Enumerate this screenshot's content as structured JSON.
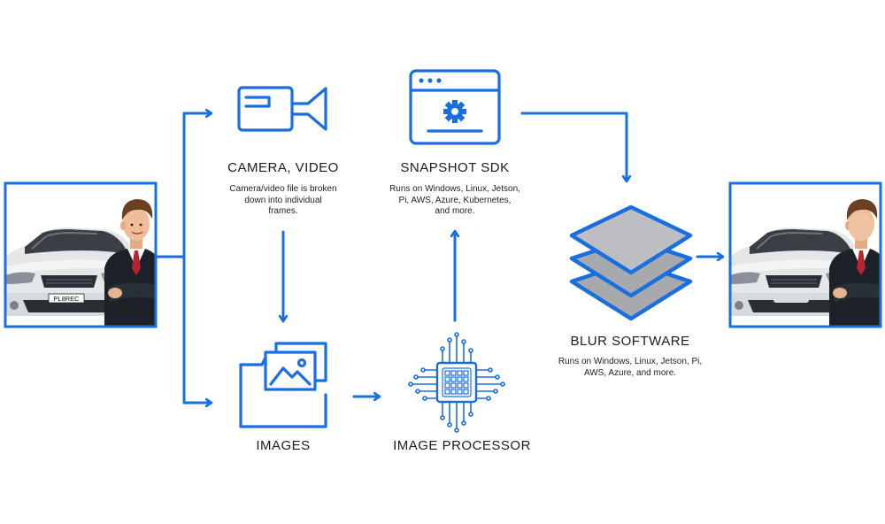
{
  "colors": {
    "accent": "#1a6fe0",
    "layer_fill": "#a8a9ad",
    "car_body": "#e6e8ea",
    "suit": "#1d2228"
  },
  "icons": {
    "camera": "video-camera-icon",
    "browser": "browser-gear-icon",
    "images": "folder-images-icon",
    "processor": "chip-icon",
    "layers": "stacked-layers-icon"
  },
  "nodes": {
    "camera": {
      "title": "CAMERA, VIDEO",
      "desc_lines": [
        "Camera/video file is broken",
        "down into individual",
        "frames."
      ]
    },
    "sdk": {
      "title": "SNAPSHOT SDK",
      "desc_lines": [
        "Runs on Windows, Linux, Jetson,",
        "Pi, AWS, Azure, Kubernetes,",
        "and more."
      ]
    },
    "images": {
      "title": "IMAGES"
    },
    "processor": {
      "title": "IMAGE PROCESSOR"
    },
    "blur": {
      "title": "BLUR SOFTWARE",
      "desc_lines": [
        "Runs on Windows, Linux, Jetson, Pi,",
        "AWS, Azure, and more."
      ]
    }
  },
  "photos": {
    "input": {
      "plate_text": "PL8REC"
    }
  }
}
